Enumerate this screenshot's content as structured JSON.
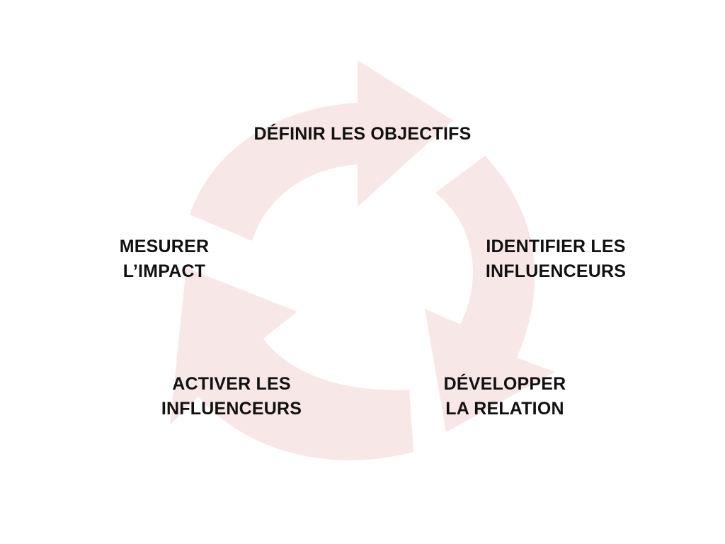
{
  "diagram": {
    "type": "cycle",
    "arrow_color": "#f8e7e7",
    "text_color": "#111111",
    "steps": [
      {
        "lines": [
          "DÉFINIR LES OBJECTIFS"
        ]
      },
      {
        "lines": [
          "IDENTIFIER LES",
          "INFLUENCEURS"
        ]
      },
      {
        "lines": [
          "DÉVELOPPER",
          "LA RELATION"
        ]
      },
      {
        "lines": [
          "ACTIVER LES",
          "INFLUENCEURS"
        ]
      },
      {
        "lines": [
          "MESURER",
          "L’IMPACT"
        ]
      }
    ]
  }
}
